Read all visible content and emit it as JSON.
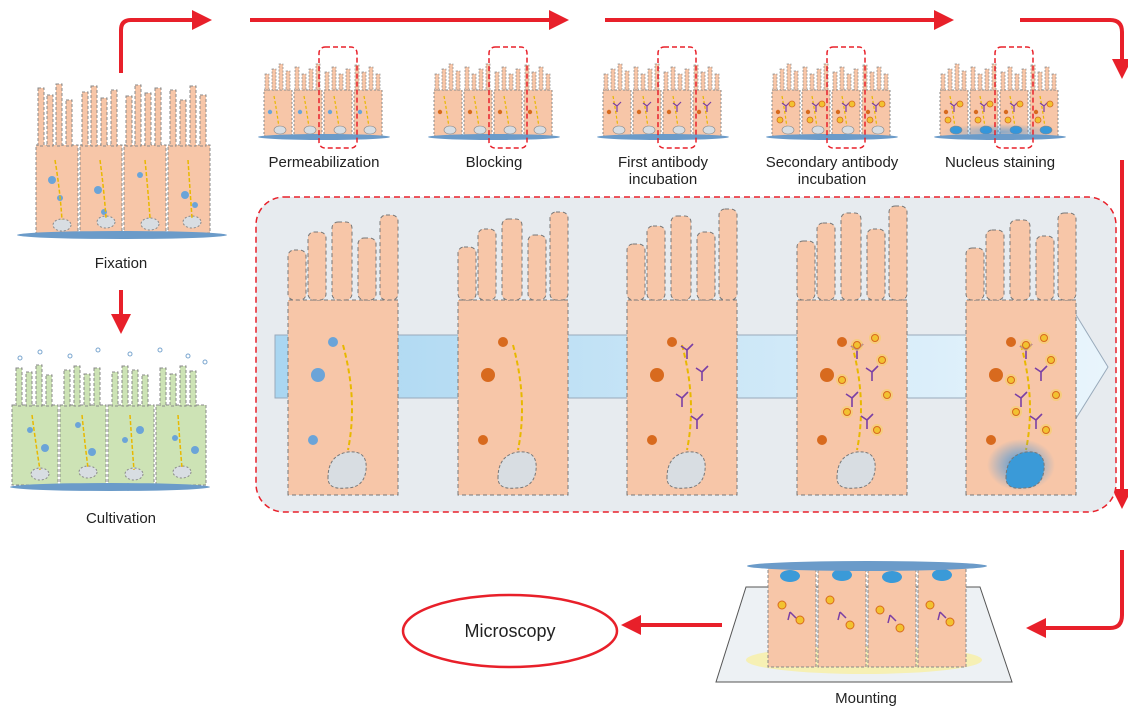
{
  "steps": {
    "fixation": "Fixation",
    "cultivation": "Cultivation",
    "permeabilization": "Permeabilization",
    "blocking": "Blocking",
    "first_antibody": "First antibody\nincubation",
    "secondary_antibody": "Secondary antibody\nincubation",
    "nucleus_staining": "Nucleus staining",
    "mounting": "Mounting",
    "microscopy": "Microscopy"
  },
  "colors": {
    "arrow": "#e8202a",
    "cell_fill": "#f7c6a8",
    "cultivation_fill": "#cde3b5",
    "base": "#6b9bc9",
    "panel_bg": "#e7ebef",
    "band": "#bfe0f3",
    "dye_orange": "#d86a1e",
    "antibody": "#7a3fa5",
    "fluor": "#f2c230",
    "nucleus_blue": "#3a9ad8"
  }
}
